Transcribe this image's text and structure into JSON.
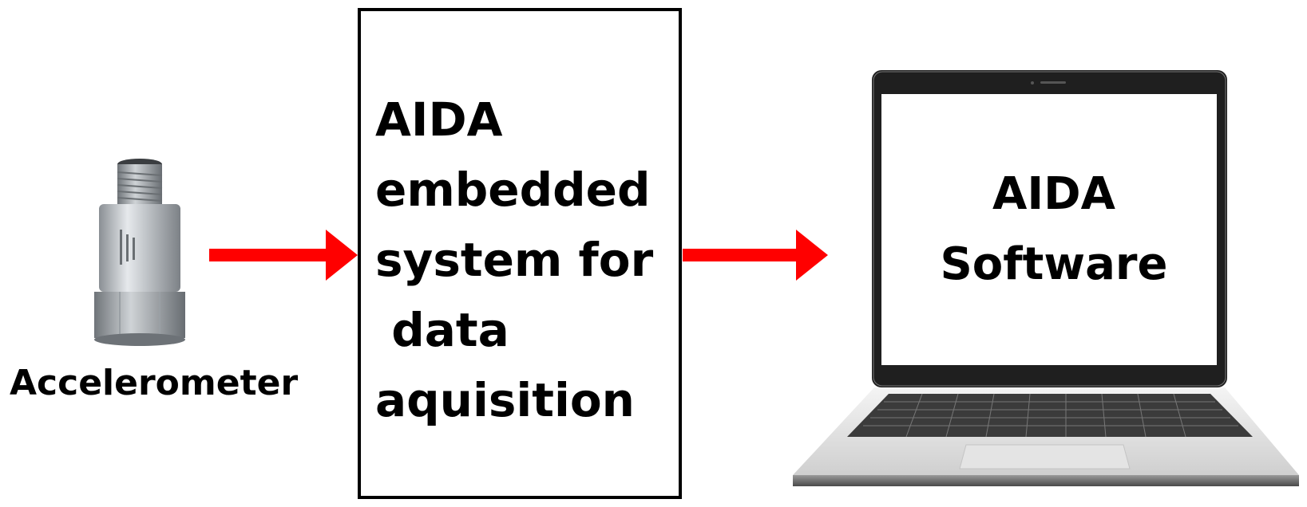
{
  "nodes": {
    "sensor": {
      "label": "Accelerometer",
      "icon": "accelerometer-icon"
    },
    "embedded": {
      "label": "AIDA\nembedded\nsystem for\n data\naquisition"
    },
    "software": {
      "line1": "AIDA",
      "line2": "Software",
      "icon": "laptop-icon"
    }
  },
  "edges": [
    {
      "from": "sensor",
      "to": "embedded"
    },
    {
      "from": "embedded",
      "to": "software"
    }
  ],
  "colors": {
    "arrow": "#ff0000",
    "border": "#000000",
    "background": "#ffffff"
  }
}
